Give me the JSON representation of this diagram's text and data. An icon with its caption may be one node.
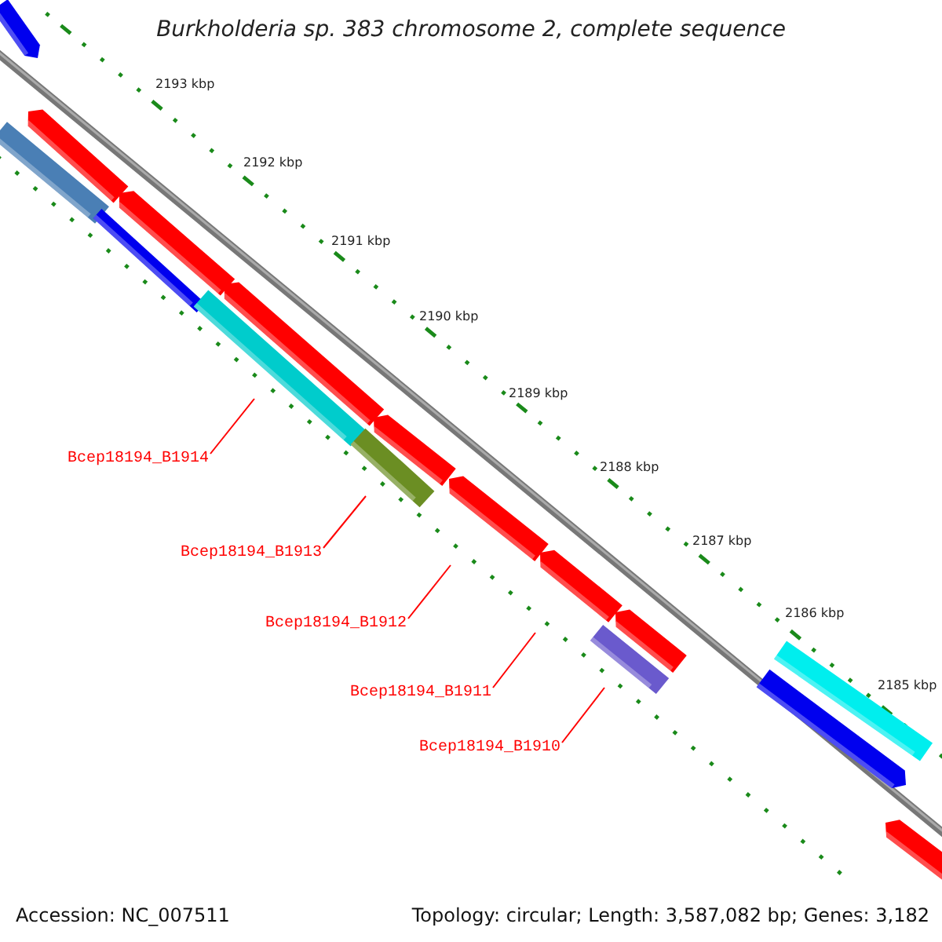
{
  "diagram": {
    "title": "Burkholderia sp. 383 chromosome 2, complete sequence",
    "nodes": [
      {
        "text": [
          "Bcep18194_B1914"
        ]
      },
      {
        "text": [
          "Bcep18194_B1913"
        ]
      },
      {
        "text": [
          "Bcep18194_B1912"
        ]
      },
      {
        "text": [
          "Bcep18194_B1911"
        ]
      },
      {
        "text": [
          "Bcep18194_B1910"
        ]
      }
    ],
    "edges": [
      {
        "from": 0,
        "to": null,
        "arrow": "none"
      },
      {
        "from": 1,
        "to": null,
        "arrow": "none"
      },
      {
        "from": 2,
        "to": null,
        "arrow": "none"
      },
      {
        "from": 3,
        "to": null,
        "arrow": "none"
      },
      {
        "from": 4,
        "to": null,
        "arrow": "none"
      }
    ],
    "labels": [
      "2193 kbp",
      "2192 kbp",
      "2191 kbp",
      "2190 kbp",
      "2189 kbp",
      "2188 kbp",
      "2187 kbp",
      "2186 kbp",
      "2185 kbp",
      "Accession: NC_007511",
      "Topology: circular; Length: 3,587,082 bp; Genes: 3,182"
    ]
  }
}
